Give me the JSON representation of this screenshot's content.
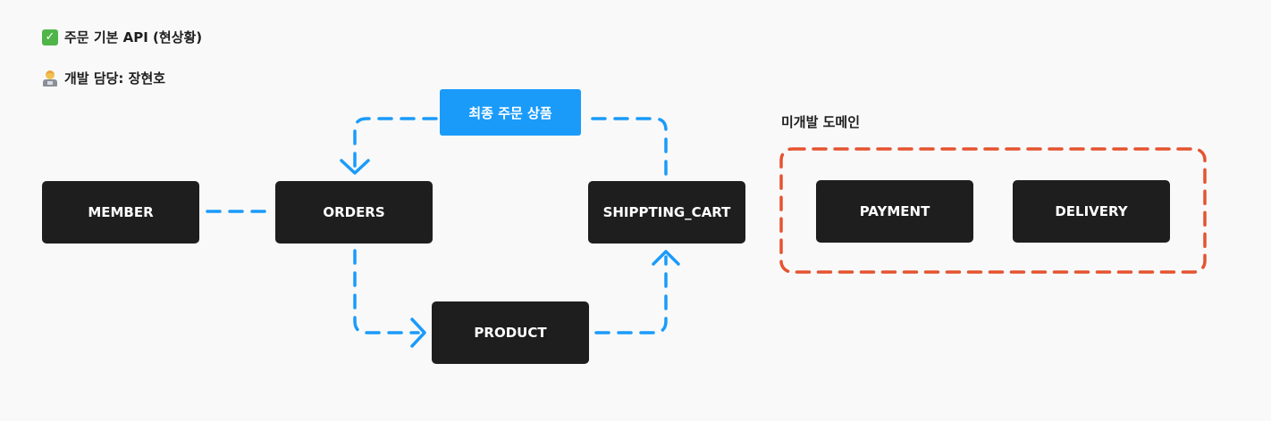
{
  "header": {
    "title": "주문 기본  API (현상황)",
    "developer": "개발 담당: 장현호"
  },
  "diagram": {
    "flow_label": "최종 주문 상품",
    "nodes": {
      "member": "MEMBER",
      "orders": "ORDERS",
      "shipping_cart": "SHIPPTING_CART",
      "product": "PRODUCT",
      "payment": "PAYMENT",
      "delivery": "DELIVERY"
    },
    "undeveloped_group": {
      "label": "미개발 도메인"
    }
  },
  "colors": {
    "node_background": "#1e1e1e",
    "flow_blue": "#1a9bfa",
    "group_border_red": "#e5532f",
    "connector_gray_blue": "#1a9bfa",
    "check_green": "#4fb548"
  },
  "icons": {
    "title_icon": "check-mark-icon",
    "developer_icon": "technologist-icon"
  }
}
